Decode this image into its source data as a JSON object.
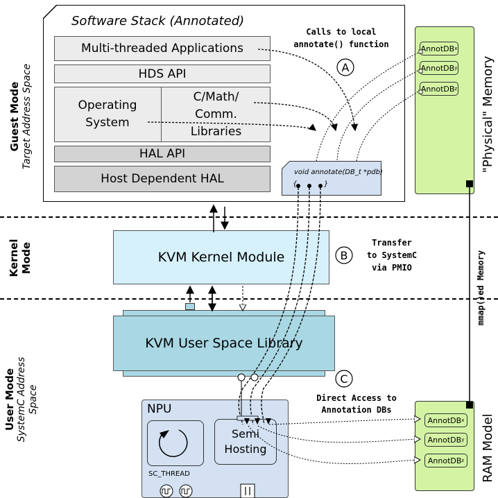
{
  "guest_mode": {
    "title": "Guest Mode",
    "subtitle": "Target Address Space"
  },
  "kernel_mode": {
    "title1": "Kernel",
    "title2": "Mode"
  },
  "user_mode": {
    "title": "User Mode",
    "sub1": "SystemC Address",
    "sub2": "Space"
  },
  "software_stack": {
    "title": "Software Stack (Annotated)",
    "apps": "Multi-threaded Applications",
    "hds_api": "HDS API",
    "os_line1": "Operating",
    "os_line2": "System",
    "lib_line1": "C/Math/",
    "lib_line2": "Comm.",
    "lib_line3": "Libraries",
    "hal_api": "HAL API",
    "host_hal": "Host Dependent HAL",
    "annotate_line1": "void annotate(DB_t *pdb)",
    "annotate_brace_open": "{",
    "annotate_brace_close": "}"
  },
  "notes": {
    "calls_line1": "Calls to local",
    "calls_line2": "annotate() function",
    "transfer_line1": "Transfer",
    "transfer_line2": "to SystemC",
    "transfer_line3": "via PMIO",
    "direct_line1": "Direct Access to",
    "direct_line2": "Annotation DBs",
    "mmap": "mmap()ed Memory"
  },
  "markers": {
    "a": "A",
    "b": "B",
    "c": "C"
  },
  "physical_memory": {
    "label": "\"Physical\" Memory",
    "db1": "AnnotDB",
    "db1_sub": "x",
    "db2": "AnnotDB",
    "db2_sub": "y",
    "db3": "AnnotDB",
    "db3_sub": "z"
  },
  "kvm": {
    "kernel_module": "KVM Kernel Module",
    "user_library": "KVM User Space Library"
  },
  "npu": {
    "title": "NPU",
    "semi_line1": "Semi",
    "semi_line2": "Hosting",
    "sc_thread": "SC_THREAD"
  },
  "ram_model": {
    "label": "RAM Model",
    "db1": "AnnotDB",
    "db1_sub": "x",
    "db2": "AnnotDB",
    "db2_sub": "y",
    "db3": "AnnotDB",
    "db3_sub": "z"
  },
  "colors": {
    "green": "#d4f4a4",
    "kernel_blue": "#d6f1fb",
    "library_blue": "#a9d8e4",
    "npu_blue": "#d3e1f2"
  }
}
